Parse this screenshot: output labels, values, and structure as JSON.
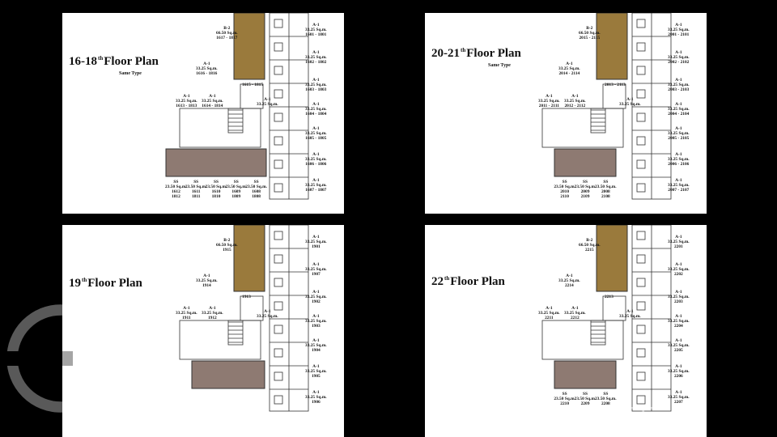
{
  "plans": [
    {
      "title_main": "16-18",
      "title_sup": "th",
      "title_rest": "Floor Plan",
      "subtitle": "Same Type",
      "labels": [
        {
          "type": "B-2",
          "size": "66.50 Sq.m.",
          "units": "1617 - 1817"
        },
        {
          "type": "A-1",
          "size": "33.25 Sq.m.",
          "units": "1601 - 1801"
        },
        {
          "type": "A-1",
          "size": "33.25 Sq.m.",
          "units": "1602 - 1802"
        },
        {
          "type": "A-1",
          "size": "33.25 Sq.m.",
          "units": "1603 - 1803"
        },
        {
          "type": "A-1",
          "size": "33.25 Sq.m.",
          "units": "1604 - 1804"
        },
        {
          "type": "A-1",
          "size": "33.25 Sq.m.",
          "units": "1605 - 1805"
        },
        {
          "type": "A-1",
          "size": "33.25 Sq.m.",
          "units": "1606 - 1806"
        },
        {
          "type": "A-1",
          "size": "33.25 Sq.m.",
          "units": "1607 - 1807"
        },
        {
          "type": "A-1",
          "size": "33.25 Sq.m.",
          "units": "1616 - 1816"
        },
        {
          "type": "",
          "size": "",
          "units": "1615 - 1815"
        },
        {
          "type": "A-1",
          "size": "33.25 Sq.m.",
          "units": "1613 - 1813"
        },
        {
          "type": "A-1",
          "size": "33.25 Sq.m.",
          "units": "1614 - 1814"
        },
        {
          "type": "A-1",
          "size": "33.25 Sq.m.",
          "units": ""
        }
      ],
      "bottom": [
        {
          "type": "SS",
          "size": "23.50 Sq.m.",
          "top": "1612",
          "bot": "1812"
        },
        {
          "type": "SS",
          "size": "23.50 Sq.m.",
          "top": "1611",
          "bot": "1811"
        },
        {
          "type": "SS",
          "size": "23.50 Sq.m.",
          "top": "1610",
          "bot": "1810"
        },
        {
          "type": "SS",
          "size": "23.50 Sq.m.",
          "top": "1609",
          "bot": "1809"
        },
        {
          "type": "SS",
          "size": "23.50 Sq.m.",
          "top": "1608",
          "bot": "1808"
        }
      ]
    },
    {
      "title_main": "20-21",
      "title_sup": "th",
      "title_rest": "Floor Plan",
      "subtitle": "Same Type",
      "labels": [
        {
          "type": "B-2",
          "size": "66.50 Sq.m.",
          "units": "2015 - 2115"
        },
        {
          "type": "A-1",
          "size": "33.25 Sq.m.",
          "units": "2001 - 2101"
        },
        {
          "type": "A-1",
          "size": "33.25 Sq.m.",
          "units": "2002 - 2102"
        },
        {
          "type": "A-1",
          "size": "33.25 Sq.m.",
          "units": "2003 - 2103"
        },
        {
          "type": "A-1",
          "size": "33.25 Sq.m.",
          "units": "2004 - 2104"
        },
        {
          "type": "A-1",
          "size": "33.25 Sq.m.",
          "units": "2005 - 2105"
        },
        {
          "type": "A-1",
          "size": "33.25 Sq.m.",
          "units": "2006 - 2106"
        },
        {
          "type": "A-1",
          "size": "33.25 Sq.m.",
          "units": "2007 - 2107"
        },
        {
          "type": "A-1",
          "size": "33.25 Sq.m.",
          "units": "2014 - 2114"
        },
        {
          "type": "",
          "size": "",
          "units": "2013 - 2113"
        },
        {
          "type": "A-1",
          "size": "33.25 Sq.m.",
          "units": "2011 - 2111"
        },
        {
          "type": "A-1",
          "size": "33.25 Sq.m.",
          "units": "2012 - 2112"
        },
        {
          "type": "A-1",
          "size": "33.25 Sq.m.",
          "units": ""
        }
      ],
      "bottom": [
        {
          "type": "SS",
          "size": "23.50 Sq.m.",
          "top": "2010",
          "bot": "2110"
        },
        {
          "type": "SS",
          "size": "23.50 Sq.m.",
          "top": "2009",
          "bot": "2109"
        },
        {
          "type": "SS",
          "size": "23.50 Sq.m.",
          "top": "2008",
          "bot": "2108"
        }
      ]
    },
    {
      "title_main": "19",
      "title_sup": "th",
      "title_rest": "Floor Plan",
      "subtitle": "",
      "labels": [
        {
          "type": "B-2",
          "size": "66.50 Sq.m.",
          "units": "1915"
        },
        {
          "type": "A-1",
          "size": "33.25 Sq.m.",
          "units": "1901"
        },
        {
          "type": "A-1",
          "size": "33.25 Sq.m.",
          "units": "1907"
        },
        {
          "type": "A-1",
          "size": "33.25 Sq.m.",
          "units": "1902"
        },
        {
          "type": "A-1",
          "size": "33.25 Sq.m.",
          "units": "1903"
        },
        {
          "type": "A-1",
          "size": "33.25 Sq.m.",
          "units": "1904"
        },
        {
          "type": "A-1",
          "size": "33.25 Sq.m.",
          "units": "1905"
        },
        {
          "type": "A-1",
          "size": "33.25 Sq.m.",
          "units": "1906"
        },
        {
          "type": "A-1",
          "size": "33.25 Sq.m.",
          "units": "1914"
        },
        {
          "type": "",
          "size": "",
          "units": "1913"
        },
        {
          "type": "A-1",
          "size": "33.25 Sq.m.",
          "units": "1911"
        },
        {
          "type": "A-1",
          "size": "33.25 Sq.m.",
          "units": "1912"
        },
        {
          "type": "A-1",
          "size": "33.25 Sq.m.",
          "units": ""
        }
      ],
      "bottom": []
    },
    {
      "title_main": "22",
      "title_sup": "th",
      "title_rest": "Floor Plan",
      "subtitle": "",
      "labels": [
        {
          "type": "B-2",
          "size": "66.50 Sq.m.",
          "units": "2215"
        },
        {
          "type": "A-1",
          "size": "33.25 Sq.m.",
          "units": "2201"
        },
        {
          "type": "A-1",
          "size": "33.25 Sq.m.",
          "units": "2202"
        },
        {
          "type": "A-1",
          "size": "33.25 Sq.m.",
          "units": "2203"
        },
        {
          "type": "A-1",
          "size": "33.25 Sq.m.",
          "units": "2204"
        },
        {
          "type": "A-1",
          "size": "33.25 Sq.m.",
          "units": "2205"
        },
        {
          "type": "A-1",
          "size": "33.25 Sq.m.",
          "units": "2206"
        },
        {
          "type": "A-1",
          "size": "33.25 Sq.m.",
          "units": "2207"
        },
        {
          "type": "A-1",
          "size": "33.25 Sq.m.",
          "units": "2214"
        },
        {
          "type": "",
          "size": "",
          "units": "2213"
        },
        {
          "type": "A-1",
          "size": "33.25 Sq.m.",
          "units": "2211"
        },
        {
          "type": "A-1",
          "size": "33.25 Sq.m.",
          "units": "2212"
        },
        {
          "type": "A-1",
          "size": "33.25 Sq.m.",
          "units": ""
        }
      ],
      "bottom": [
        {
          "type": "SS",
          "size": "23.50 Sq.m.",
          "top": "2210",
          "bot": ""
        },
        {
          "type": "SS",
          "size": "23.50 Sq.m.",
          "top": "2209",
          "bot": ""
        },
        {
          "type": "SS",
          "size": "23.50 Sq.m.",
          "top": "2208",
          "bot": ""
        }
      ]
    }
  ],
  "watermark_text": "ESTATE",
  "colors": {
    "b2_unit": "#9a7a3c",
    "ss_unit": "#8e7a72",
    "line": "#333333",
    "bg": "#000000"
  }
}
